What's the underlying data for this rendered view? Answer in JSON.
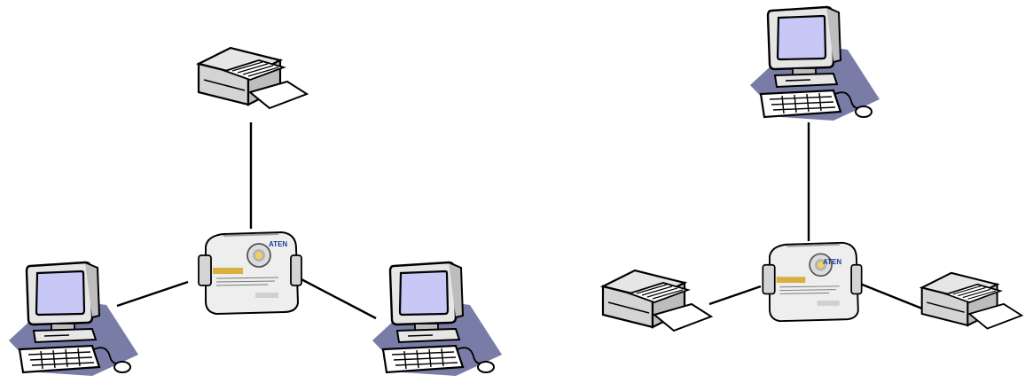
{
  "diagrams": [
    {
      "id": "left-diagram",
      "hub": {
        "kind": "switch",
        "brand_label": "ATEN"
      },
      "nodes": [
        {
          "kind": "printer",
          "icon": "printer-icon"
        },
        {
          "kind": "computer",
          "icon": "computer-icon"
        },
        {
          "kind": "computer",
          "icon": "computer-icon"
        }
      ]
    },
    {
      "id": "right-diagram",
      "hub": {
        "kind": "switch",
        "brand_label": "ATEN"
      },
      "nodes": [
        {
          "kind": "computer",
          "icon": "computer-icon"
        },
        {
          "kind": "printer",
          "icon": "printer-icon"
        },
        {
          "kind": "printer",
          "icon": "printer-icon"
        }
      ]
    }
  ],
  "colors": {
    "line": "#000000",
    "device_body": "#e6e6e6",
    "device_shadow": "#bdbdbd",
    "screen": "#c8c8f6",
    "shadow_shape": "#7a7ca8",
    "brand": "#1e3c96",
    "paper": "#ffffff"
  }
}
